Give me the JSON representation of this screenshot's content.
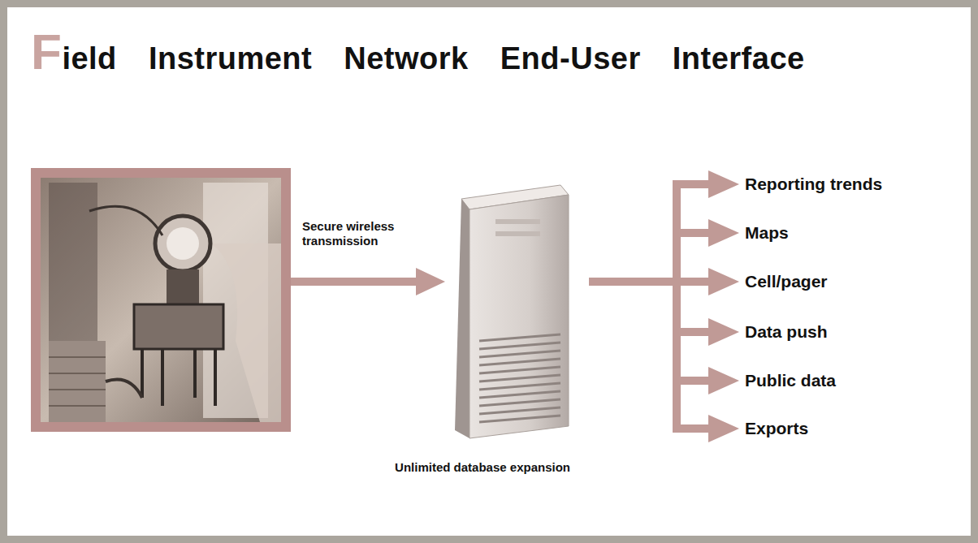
{
  "diagram": {
    "title": "Field Instrument Network End-User Interface",
    "labels": [
      "Secure wireless transmission",
      "Unlimited database expansion",
      "Reporting trends",
      "Maps",
      "Cell/pager",
      "Data push",
      "Public data",
      "Exports"
    ]
  }
}
